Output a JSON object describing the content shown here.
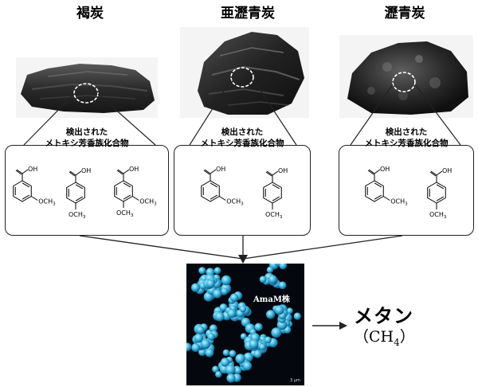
{
  "coals": [
    {
      "name": "褐炭",
      "label_line1": "検出された",
      "label_line2": "メトキシ芳香族化合物"
    },
    {
      "name": "亜瀝青炭",
      "label_line1": "検出された",
      "label_line2": "メトキシ芳香族化合物"
    },
    {
      "name": "瀝青炭",
      "label_line1": "検出された",
      "label_line2": "メトキシ芳香族化合物"
    }
  ],
  "chem": {
    "oh": "OH",
    "och3": "OCH",
    "sub3": "3"
  },
  "microbe": {
    "label": "AmaM株",
    "scale": "3 μm"
  },
  "product": {
    "name": "メタン",
    "formula_open": "（CH",
    "formula_sub": "4",
    "formula_close": "）"
  }
}
